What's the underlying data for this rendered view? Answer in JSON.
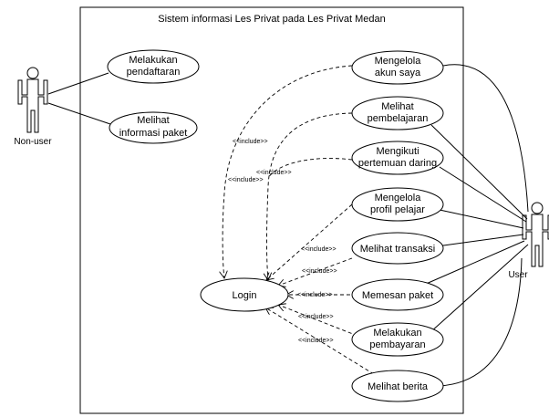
{
  "system": {
    "title": "Sistem informasi Les Privat pada Les Privat Medan"
  },
  "actors": {
    "non_user": "Non-user",
    "user": "User"
  },
  "use_cases": {
    "melakukan_pendaftaran": [
      "Melakukan",
      "pendaftaran"
    ],
    "melihat_informasi_paket": [
      "Melihat",
      "informasi paket"
    ],
    "mengelola_akun_saya": [
      "Mengelola",
      "akun saya"
    ],
    "melihat_pembelajaran": [
      "Melihat",
      "pembelajaran"
    ],
    "mengikuti_pertemuan_daring": [
      "Mengikuti",
      "pertemuan daring"
    ],
    "mengelola_profil_pelajar": [
      "Mengelola",
      "profil pelajar"
    ],
    "melihat_transaksi": [
      "Melihat transaksi"
    ],
    "memesan_paket": [
      "Memesan paket"
    ],
    "melakukan_pembayaran": [
      "Melakukan",
      "pembayaran"
    ],
    "melihat_berita": [
      "Melihat berita"
    ],
    "login": [
      "Login"
    ]
  },
  "relationship_label": "<<include>>"
}
